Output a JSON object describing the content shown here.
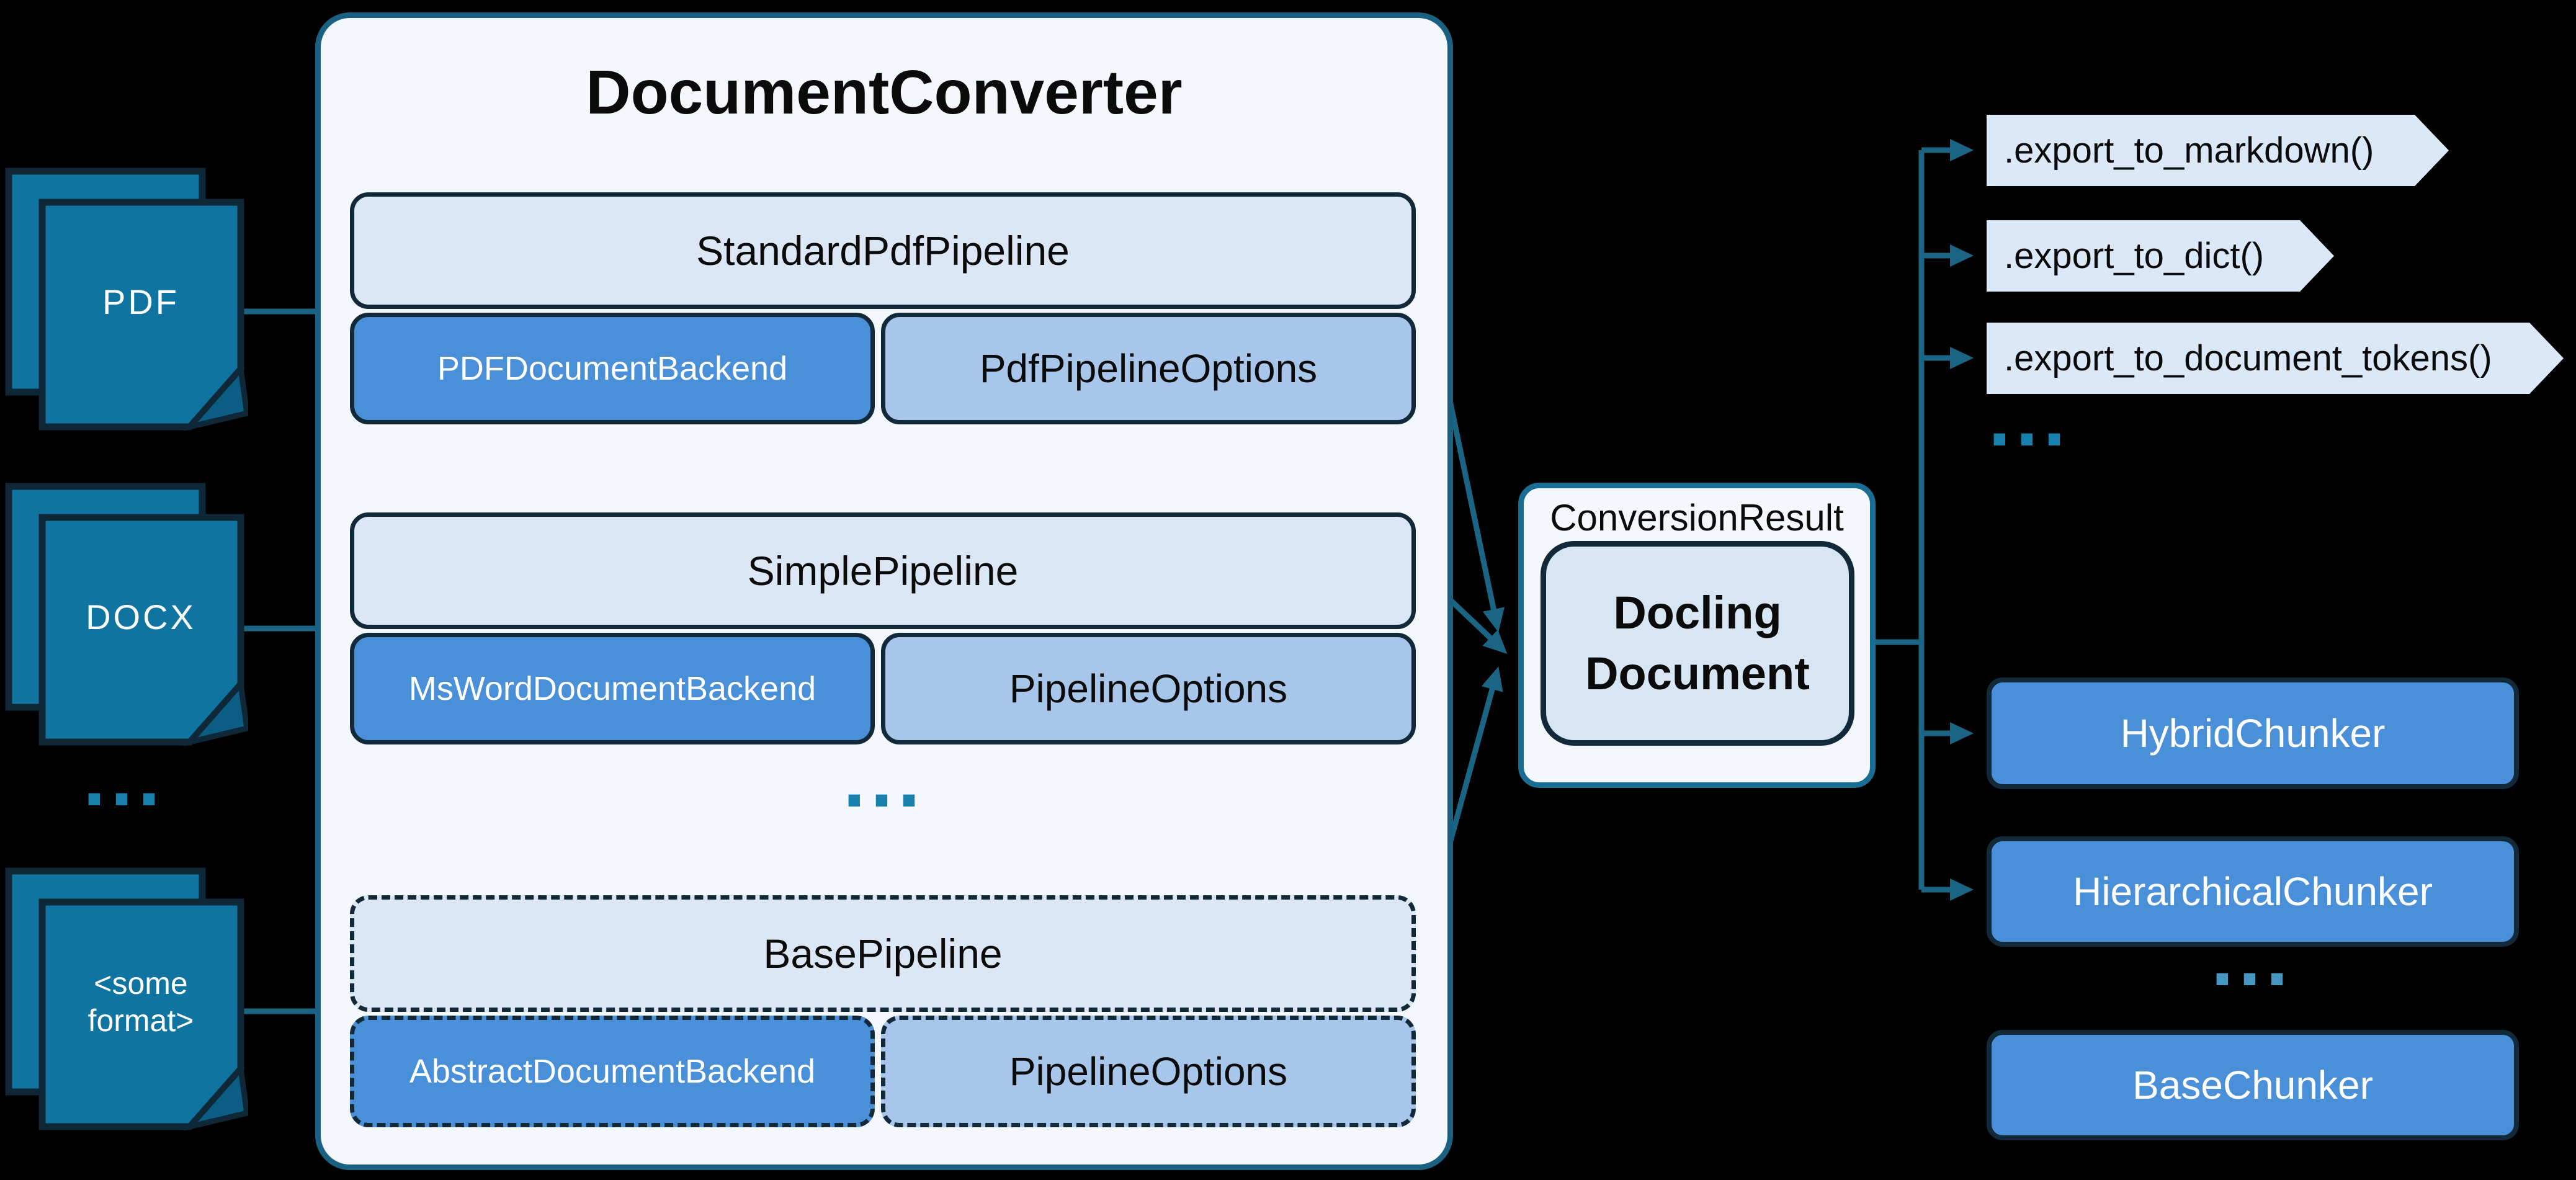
{
  "colors": {
    "background": "#000000",
    "accent_teal": "#1b6584",
    "file_fill": "#0f74a0",
    "file_fold": "#0b5d83",
    "file_border": "#0e2838",
    "panel_fill": "#f4f8fd",
    "panel_border": "#1a6080",
    "header_fill": "#dbe7f4",
    "backend_fill": "#4a90d8",
    "options_fill": "#a7c6e9",
    "dark_border": "#12293a",
    "docling_fill": "#d8e6f4",
    "chevron_fill": "#dae8f7",
    "chunker_fill": "#4a90d8",
    "result_border": "#1a6d92",
    "dots_teal": "#1880ad",
    "dots_blue": "#4596c0"
  },
  "inputs": {
    "items": [
      {
        "label": "PDF"
      },
      {
        "label": "DOCX"
      },
      {
        "label": "<some format>"
      }
    ],
    "ellipsis": "..."
  },
  "converter": {
    "title": "DocumentConverter",
    "ellipsis": "...",
    "pipelines": [
      {
        "name": "StandardPdfPipeline",
        "backend": "PDFDocumentBackend",
        "options": "PdfPipelineOptions"
      },
      {
        "name": "SimplePipeline",
        "backend": "MsWordDocumentBackend",
        "options": "PipelineOptions"
      },
      {
        "name": "BasePipeline",
        "backend": "AbstractDocumentBackend",
        "options": "PipelineOptions"
      }
    ]
  },
  "result": {
    "label": "ConversionResult",
    "document": "Docling Document"
  },
  "exports": {
    "items": [
      ".export_to_markdown()",
      ".export_to_dict()",
      ".export_to_document_tokens()"
    ],
    "ellipsis": "..."
  },
  "chunkers": {
    "items": [
      "HybridChunker",
      "HierarchicalChunker",
      "BaseChunker"
    ],
    "ellipsis": "..."
  }
}
